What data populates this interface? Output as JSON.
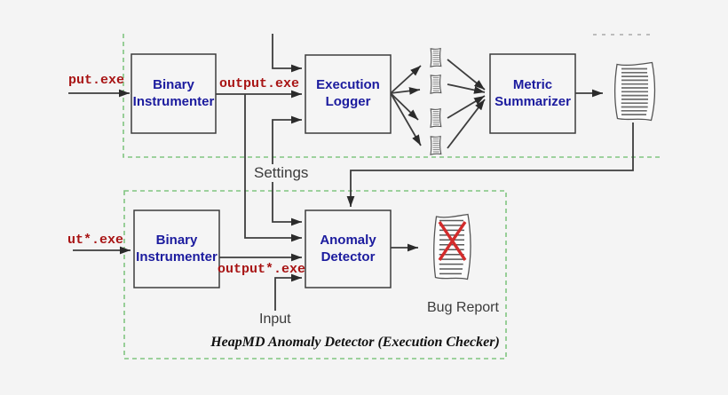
{
  "figure": {
    "caption": "HeapMD Anomaly Detector (Execution Checker)",
    "boxes": {
      "binary_instrumenter_top": {
        "line1": "Binary",
        "line2": "Instrumenter"
      },
      "execution_logger": {
        "line1": "Execution",
        "line2": "Logger"
      },
      "metric_summarizer": {
        "line1": "Metric",
        "line2": "Summarizer"
      },
      "binary_instrumenter_bottom": {
        "line1": "Binary",
        "line2": "Instrumenter"
      },
      "anomaly_detector": {
        "line1": "Anomaly",
        "line2": "Detector"
      }
    },
    "edge_labels": {
      "input_exe_top": "put.exe",
      "output_exe_top": "output.exe",
      "input_exe_bottom": "ut*.exe",
      "output_exe_bottom": "output*.exe",
      "settings": "Settings",
      "input": "Input",
      "bug_report": "Bug Report"
    },
    "icons": {
      "execution_logs": "document-lines-icon (x4)",
      "metric_summary": "document-lines-icon (large)",
      "bug_report": "document-crossed-out-icon"
    },
    "colors": {
      "background": "#f4f4f4",
      "box_text": "#1b1b9e",
      "code_label": "#a81414",
      "dashed_border": "#80c580",
      "connector": "#3d3d3d",
      "bug_cross": "#d22b2b",
      "gray_label": "#3b3b3b"
    }
  }
}
